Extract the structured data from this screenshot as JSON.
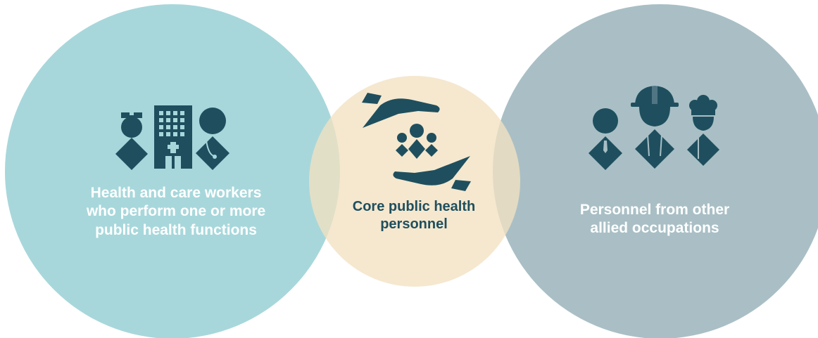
{
  "colors": {
    "left_circle": "#a7d7db",
    "core_circle": "#f2e1c2",
    "right_circle": "#a9bfc5",
    "icon": "#1f4f5e",
    "label_light": "#ffffff",
    "label_dark": "#1f4f5e"
  },
  "groups": {
    "health_care_workers": {
      "lines": [
        "Health and care workers",
        "who perform one or more",
        "public health functions"
      ],
      "icons": [
        "nurse-icon",
        "hospital-icon",
        "doctor-icon"
      ]
    },
    "core": {
      "lines": [
        "Core public health",
        "personnel"
      ],
      "icons": [
        "protecting-hands-icon",
        "community-icon"
      ]
    },
    "allied": {
      "lines": [
        "Personnel from other",
        "allied occupations"
      ],
      "icons": [
        "worker-icon",
        "construction-worker-icon",
        "chef-icon"
      ]
    }
  }
}
